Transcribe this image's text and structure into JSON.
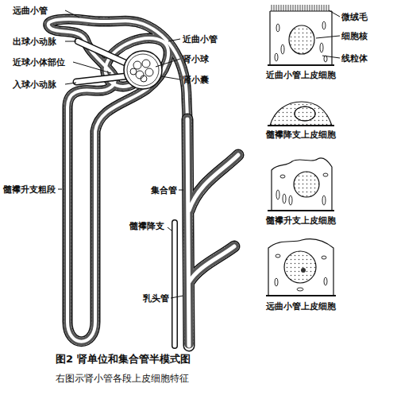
{
  "diagram": {
    "title": "图2 肾单位和集合管半模式图",
    "caption": "右图示肾小管各段上皮细胞特征",
    "labels": [
      "远曲小管",
      "出球小动脉",
      "近球小体部位",
      "入球小动脉",
      "近曲小管",
      "肾小球",
      "肾小囊",
      "髓襻升支粗段",
      "集合管",
      "髓襻降支",
      "乳头管",
      "微绒毛",
      "细胞核",
      "线粒体",
      "近曲小管上皮细胞",
      "髓襻降支上皮细胞",
      "髓襻升支上皮细胞",
      "远曲小管上皮细胞"
    ]
  }
}
